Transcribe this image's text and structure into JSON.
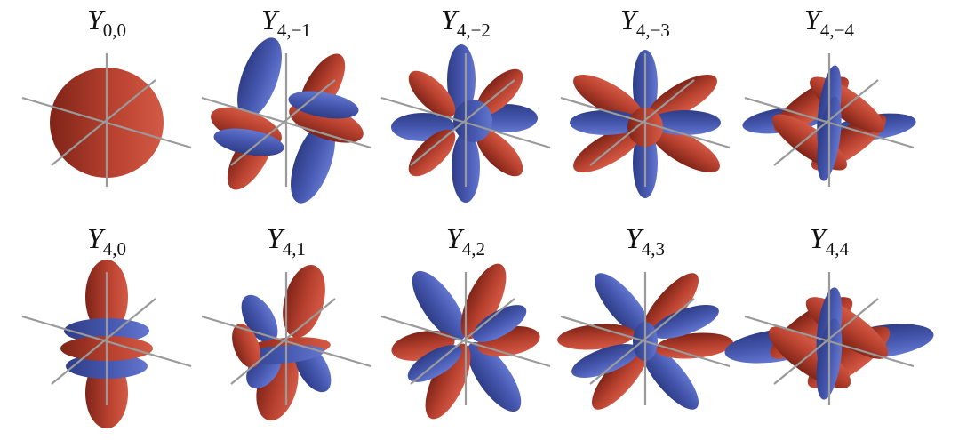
{
  "colors": {
    "positive": "#b8412f",
    "negative": "#4658b0",
    "axis": "#9a9a9a"
  },
  "panels": [
    {
      "symbol": "Y",
      "subscript": "0,0",
      "l": 0,
      "m": 0
    },
    {
      "symbol": "Y",
      "subscript": "4,−1",
      "l": 4,
      "m": -1
    },
    {
      "symbol": "Y",
      "subscript": "4,−2",
      "l": 4,
      "m": -2
    },
    {
      "symbol": "Y",
      "subscript": "4,−3",
      "l": 4,
      "m": -3
    },
    {
      "symbol": "Y",
      "subscript": "4,−4",
      "l": 4,
      "m": -4
    },
    {
      "symbol": "Y",
      "subscript": "4,0",
      "l": 4,
      "m": 0
    },
    {
      "symbol": "Y",
      "subscript": "4,1",
      "l": 4,
      "m": 1
    },
    {
      "symbol": "Y",
      "subscript": "4,2",
      "l": 4,
      "m": 2
    },
    {
      "symbol": "Y",
      "subscript": "4,3",
      "l": 4,
      "m": 3
    },
    {
      "symbol": "Y",
      "subscript": "4,4",
      "l": 4,
      "m": 4
    }
  ]
}
